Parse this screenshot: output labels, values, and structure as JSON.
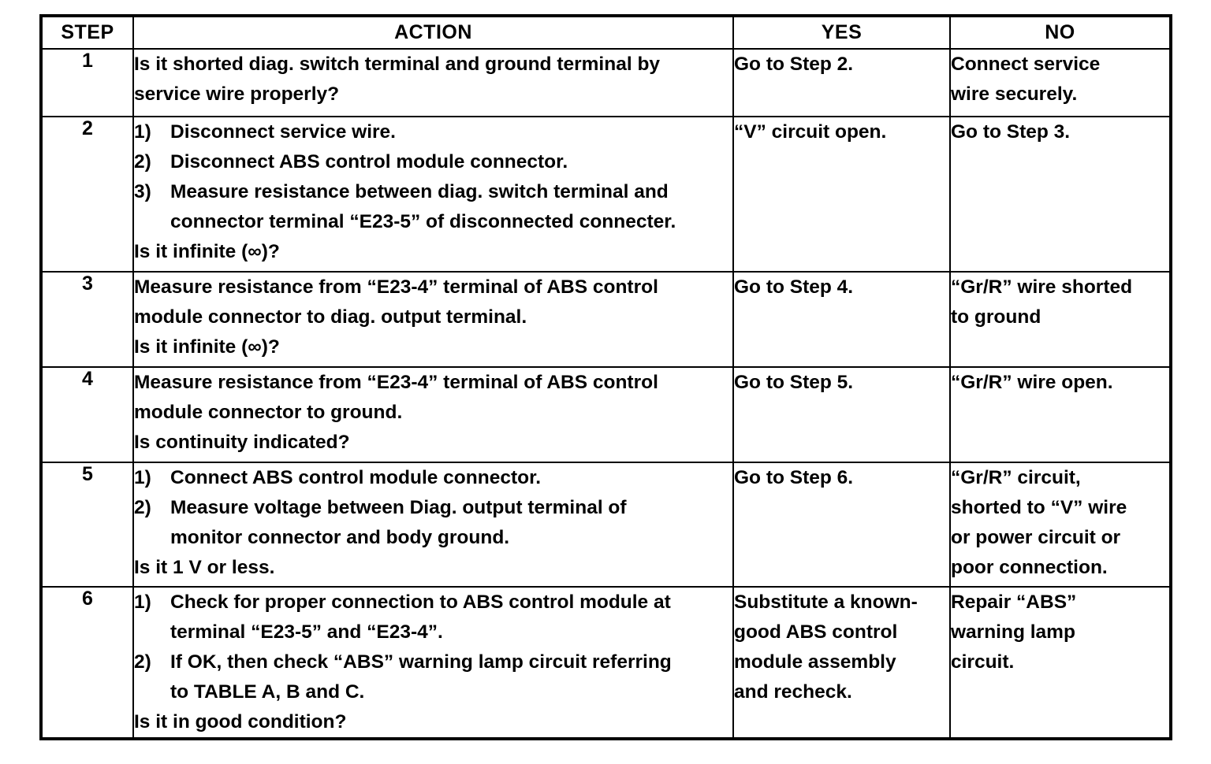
{
  "table": {
    "headers": {
      "step": "STEP",
      "action": "ACTION",
      "yes": "YES",
      "no": "NO"
    },
    "rows": [
      {
        "step": "1",
        "action_lines": [
          {
            "type": "text",
            "text": "Is it shorted diag. switch terminal and ground terminal by"
          },
          {
            "type": "text",
            "text": "service wire properly?"
          }
        ],
        "yes_lines": [
          "Go to Step 2."
        ],
        "no_lines": [
          "Connect service",
          "wire securely."
        ]
      },
      {
        "step": "2",
        "action_lines": [
          {
            "type": "item",
            "num": "1)",
            "text": "Disconnect service wire."
          },
          {
            "type": "item",
            "num": "2)",
            "text": "Disconnect ABS control module connector."
          },
          {
            "type": "item",
            "num": "3)",
            "text": "Measure resistance between diag. switch terminal and"
          },
          {
            "type": "cont",
            "text": "connector terminal “E23-5” of disconnected connecter."
          },
          {
            "type": "text",
            "text": "Is it infinite (∞)?"
          }
        ],
        "yes_lines": [
          "“V” circuit open."
        ],
        "no_lines": [
          "Go to Step 3."
        ]
      },
      {
        "step": "3",
        "action_lines": [
          {
            "type": "text",
            "text": "Measure resistance from “E23-4” terminal of ABS control"
          },
          {
            "type": "text",
            "text": "module connector to diag. output terminal."
          },
          {
            "type": "text",
            "text": "Is it infinite (∞)?"
          }
        ],
        "yes_lines": [
          "Go to Step 4."
        ],
        "no_lines": [
          "“Gr/R” wire shorted",
          "to ground"
        ]
      },
      {
        "step": "4",
        "action_lines": [
          {
            "type": "text",
            "text": "Measure resistance from “E23-4” terminal of ABS control"
          },
          {
            "type": "text",
            "text": "module connector to ground."
          },
          {
            "type": "text",
            "text": "Is continuity indicated?"
          }
        ],
        "yes_lines": [
          "Go to Step 5."
        ],
        "no_lines": [
          "“Gr/R” wire open."
        ]
      },
      {
        "step": "5",
        "action_lines": [
          {
            "type": "item",
            "num": "1)",
            "text": "Connect ABS control module connector."
          },
          {
            "type": "item",
            "num": "2)",
            "text": "Measure voltage between Diag. output terminal of"
          },
          {
            "type": "cont",
            "text": "monitor connector and body ground."
          },
          {
            "type": "text",
            "text": "Is it 1 V or less."
          }
        ],
        "yes_lines": [
          "Go to Step 6."
        ],
        "no_lines": [
          "“Gr/R” circuit,",
          "shorted to “V” wire",
          "or power circuit or",
          "poor connection."
        ]
      },
      {
        "step": "6",
        "action_lines": [
          {
            "type": "item",
            "num": "1)",
            "text": "Check for proper connection to ABS control module at"
          },
          {
            "type": "cont",
            "text": "terminal “E23-5” and “E23-4”."
          },
          {
            "type": "item",
            "num": "2)",
            "text": "If OK, then check “ABS” warning lamp circuit referring"
          },
          {
            "type": "cont",
            "text": "to TABLE A, B and C."
          },
          {
            "type": "text",
            "text": "Is it in good condition?"
          }
        ],
        "yes_lines": [
          "Substitute a known-",
          "good ABS control",
          "module assembly",
          "and recheck."
        ],
        "no_lines": [
          "Repair “ABS”",
          "warning lamp",
          "circuit."
        ]
      }
    ]
  },
  "colors": {
    "ink": "#000000",
    "paper": "#ffffff"
  }
}
